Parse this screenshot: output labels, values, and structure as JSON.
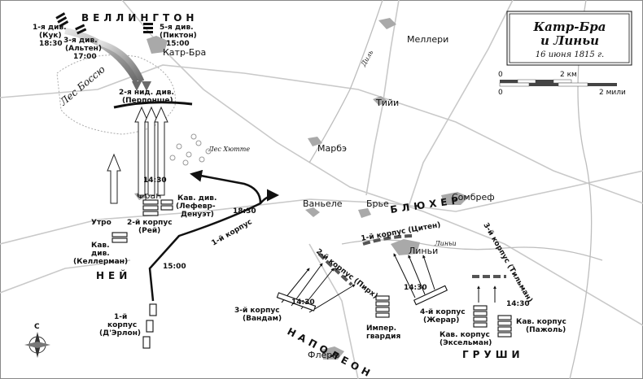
{
  "title_box": {
    "title_line1": "Катр-Бра",
    "title_line2": "и Линьи",
    "date": "16 июня 1815 г."
  },
  "scale": {
    "zero_top": "0",
    "km_label": "2 км",
    "zero_bottom": "0",
    "mile_label": "2 мили"
  },
  "compass": {
    "north": "С"
  },
  "armies": {
    "wellington": "ВЕЛЛИНГТОН",
    "ney": "НЕЙ",
    "blucher": "БЛЮХЕР",
    "napoleon": "НАПОЛЕОН",
    "grouchy": "ГРУШИ"
  },
  "places": {
    "quatre_bras": "Катр-Бра",
    "mellery": "Меллери",
    "tilly": "Тийи",
    "marbais": "Марбэ",
    "wagnelee": "Ваньеле",
    "brye": "Брье",
    "sombreffe": "Сомбреф",
    "ligny": "Линьи",
    "fleurus": "Флёрю",
    "frasnes": "Фран",
    "bossu_wood": "Лес Боссю",
    "hutte_wood": "Лес Хютте",
    "dyle_river": "Диль",
    "ligny_stream": "Линьи"
  },
  "units": {
    "div1_l1": "1-я див.",
    "div1_l2": "(Кук)",
    "div1_l3": "18:30",
    "div3_l1": "3-я див.",
    "div3_l2": "(Альтен)",
    "div3_l3": "17:00",
    "div5_l1": "5-я див.",
    "div5_l2": "(Пиктон)",
    "div5_l3": "15:00",
    "nl2_l1": "2-я нид. див.",
    "nl2_l2": "(Перпонше)",
    "cavdiv_l1": "Кав. див.",
    "cavdiv_l2": "(Лефевр-",
    "cavdiv_l3": "Денуэт)",
    "fr2_l1": "2-й корпус",
    "fr2_l2": "(Рей)",
    "kell_l1": "Кав.",
    "kell_l2": "див.",
    "kell_l3": "(Келлерман)",
    "morning": "Утро",
    "fr1_route": "1-й корпус",
    "fr1_l1": "1-й",
    "fr1_l2": "корпус",
    "fr1_l3": "(Д'Эрлон)",
    "fr3_l1": "3-й корпус",
    "fr3_l2": "(Вандам)",
    "guard_l1": "Импер.",
    "guard_l2": "гвардия",
    "fr4_l1": "4-й корпус",
    "fr4_l2": "(Жерар)",
    "exc_l1": "Кав. корпус",
    "exc_l2": "(Эксельман)",
    "paj_l1": "Кав. корпус",
    "paj_l2": "(Пажоль)",
    "pr1": "1-й корпус (Цитен)",
    "pr2": "2-й корпус (Пирх)",
    "pr3": "3-й корпус (Тильман)"
  },
  "times": {
    "t_1430_qb": "14:30",
    "t_1830_route": "18:30",
    "t_1500_route": "15:00",
    "t_1430_fr3": "14:30",
    "t_1430_fr4": "14:30",
    "t_1430_cav": "14:30"
  }
}
